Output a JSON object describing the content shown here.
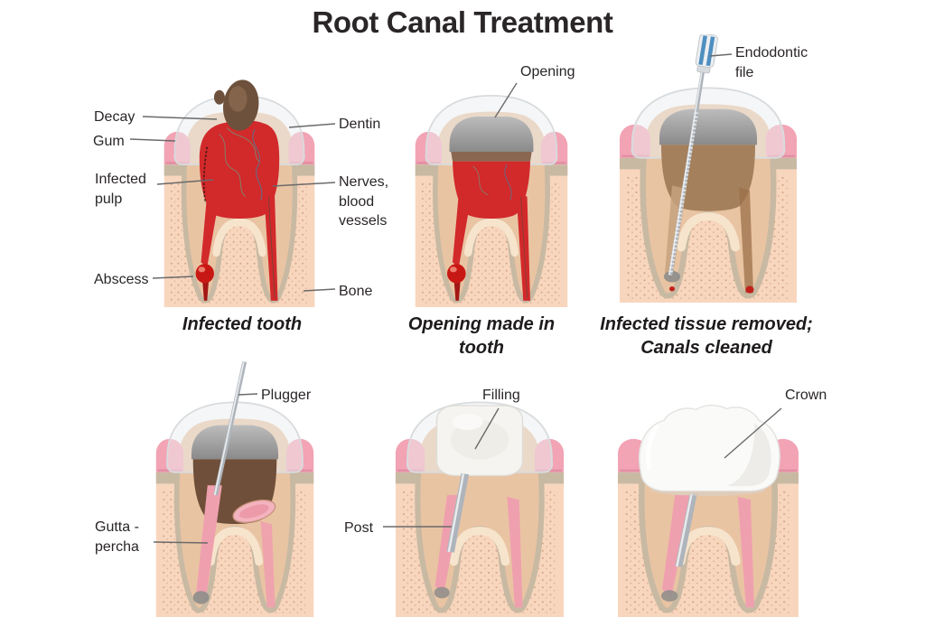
{
  "title": "Root Canal Treatment",
  "colors": {
    "bone": "#F8D6BE",
    "bone-dot": "#C2906C",
    "socket": "#C8B9A3",
    "gum": "#F2A3B4",
    "gum-dark": "#E28FA3",
    "dentin": "#E9C4A3",
    "dentin-light": "#F7E4CD",
    "pulp": "#D2292B",
    "pulp-dark": "#A31714",
    "decay": "#6E513C",
    "chamber-brown": "#8A6750",
    "opening-gray": "#9E9E9E",
    "metal": "#AEB4BB",
    "metal-light": "#E9EBED",
    "file-blue": "#4E8FC0",
    "gutta": "#EFA0AE",
    "filling": "#F5F4F1",
    "crown-white": "#FAFAF9",
    "text": "#2A2627",
    "leader": "#6A6A6A"
  },
  "panels": [
    {
      "name": "infected-tooth",
      "caption": "Infected tooth",
      "labels": {
        "decay": "Decay",
        "gum": "Gum",
        "infected_pulp": "Infected pulp",
        "abscess": "Abscess",
        "dentin": "Dentin",
        "nerves": "Nerves, blood vessels",
        "bone": "Bone"
      }
    },
    {
      "name": "opening-made-in-tooth",
      "caption": "Opening made in tooth",
      "labels": {
        "opening": "Opening"
      }
    },
    {
      "name": "infected-tissue-removed",
      "caption": "Infected tissue removed; Canals cleaned",
      "labels": {
        "endodontic_file": "Endodontic file"
      }
    },
    {
      "name": "gutta-percha-filling",
      "labels": {
        "plugger": "Plugger",
        "gutta_percha": "Gutta - percha"
      }
    },
    {
      "name": "post-and-filling",
      "labels": {
        "filling": "Filling",
        "post": "Post"
      }
    },
    {
      "name": "crown-placed",
      "labels": {
        "crown": "Crown"
      }
    }
  ]
}
